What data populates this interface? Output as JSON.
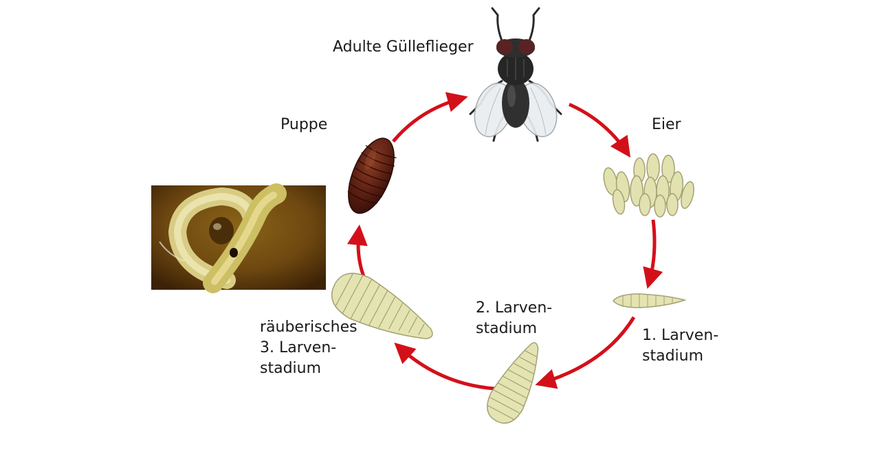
{
  "labels": {
    "adult": "Adulte Gülleflieger",
    "eggs": "Eier",
    "larva1": [
      "1. Larven-",
      "stadium"
    ],
    "larva2": [
      "2. Larven-",
      "stadium"
    ],
    "larva3": [
      "räuberisches",
      "3. Larven-",
      "stadium"
    ],
    "pupa": "Puppe"
  },
  "colors": {
    "arrow": "#d3101a",
    "larva_fill": "#e4e3b2",
    "larva_stroke": "#a3a173",
    "egg_fill": "#e2e1b0",
    "pupa_fill": "#5b1d12",
    "fly_body": "#2b2b2b",
    "photo_background": "#7a5313"
  }
}
